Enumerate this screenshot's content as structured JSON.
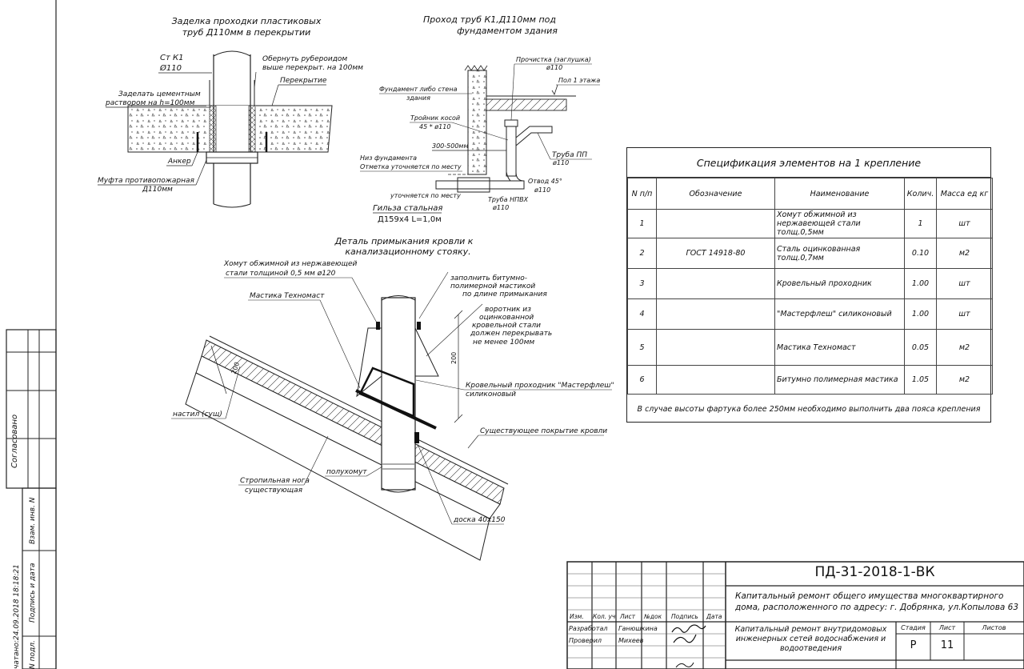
{
  "detail1": {
    "title_l1": "Заделка проходки пластиковых",
    "title_l2": "труб Д110мм в перекрытии",
    "lbl_pipe": "Ст К1",
    "lbl_dia": "Ø110",
    "lbl_wrap_l1": "Обернуть рубероидом",
    "lbl_wrap_l2": "выше перекрыт. на 100мм",
    "lbl_slab": "Перекрытие",
    "lbl_seal_l1": "Заделать цементным",
    "lbl_seal_l2": "раствором на h=100мм",
    "lbl_anchor": "Анкер",
    "lbl_coupling_l1": "Муфта противопожарная",
    "lbl_coupling_l2": "Д110мм"
  },
  "detail2": {
    "title_l1": "Проход труб К1,Д110мм под",
    "title_l2": "фундаментом здания",
    "lbl_clean": "Прочистка (заглушка)",
    "lbl_clean_dia": "ø110",
    "lbl_floor": "Пол 1 этажа",
    "lbl_found_l1": "Фундамент либо стена",
    "lbl_found_l2": "здания",
    "lbl_tee_l1": "Тройник косой",
    "lbl_tee_l2": "45 * ø110",
    "lbl_dist": "300-500мм",
    "lbl_pipe_pp_l1": "Труба ПП",
    "lbl_pipe_pp_l2": "ø110",
    "lbl_bottom_l1": "Низ фундамента",
    "lbl_bottom_l2": "Отметка уточняется по месту",
    "lbl_elbow_l1": "Отвод 45°",
    "lbl_elbow_l2": "ø110",
    "lbl_spec_place": "уточняется по месту",
    "lbl_pvc_l1": "Труба НПВХ",
    "lbl_pvc_l2": "ø110",
    "lbl_sleeve_l1": "Гильза стальная",
    "lbl_sleeve_l2": "Д159х4  L=1,0м"
  },
  "detail3": {
    "title_l1": "Деталь примыкания кровли к",
    "title_l2": "канализационному стояку.",
    "lbl_clamp_l1": "Хомут обжимной из нержавеющей",
    "lbl_clamp_l2": "стали толщиной 0,5 мм ø120",
    "lbl_mastic": "Мастика Техномаст",
    "lbl_fill_l1": "заполнить битумно-",
    "lbl_fill_l2": "полимерной мастикой",
    "lbl_fill_l3": "по длине примыкания",
    "lbl_collar_l1": "воротник из",
    "lbl_collar_l2": "оцинкованной",
    "lbl_collar_l3": "кровельной стали",
    "lbl_collar_l4": "должен перекрывать",
    "lbl_collar_l5": "не менее 100мм",
    "lbl_dim200a": "200",
    "lbl_dim200b": "200",
    "lbl_master_l1": "Кровельный проходник \"Мастерфлеш\"",
    "lbl_master_l2": "силиконовый",
    "lbl_deck": "настил (сущ)",
    "lbl_existing": "Существующее покрытие кровли",
    "lbl_half": "полухомут",
    "lbl_rafter_l1": "Стропильная нога",
    "lbl_rafter_l2": "существующая",
    "lbl_board": "доска 40х150"
  },
  "spec": {
    "title": "Спецификация элементов на 1 крепление",
    "headers": [
      "N п/п",
      "Обозначение",
      "Наименование",
      "Колич.",
      "Масса ед кг"
    ],
    "rows": [
      [
        "1",
        "",
        "Хомут обжимной из нержавеющей стали толщ.0,5мм",
        "1",
        "шт"
      ],
      [
        "2",
        "ГОСТ 14918-80",
        "Сталь оцинкованная толщ.0,7мм",
        "0.10",
        "м2"
      ],
      [
        "3",
        "",
        "Кровельный проходник",
        "1.00",
        "шт"
      ],
      [
        "4",
        "",
        "\"Мастерфлеш\" силиконовый",
        "1.00",
        "шт"
      ],
      [
        "5",
        "",
        "Мастика Техномаст",
        "0.05",
        "м2"
      ],
      [
        "6",
        "",
        "Битумно полимерная мастика",
        "1.05",
        "м2"
      ]
    ],
    "note": "В случае высоты фартука более 250мм необходимо выполнить два пояса крепления"
  },
  "titleblock": {
    "code": "ПД-31-2018-1-ВК",
    "object_l1": "Капитальный ремонт общего имущества многоквартирного",
    "object_l2": "дома, расположенного по адресу: г. Добрянка, ул.Копылова 63",
    "work_l1": "Капитальный ремонт внутридомовых",
    "work_l2": "инженерных сетей водоснабжения и",
    "work_l3": "водоотведения",
    "hdr_izm": "Изм.",
    "hdr_kol": "Кол. уч",
    "hdr_list": "Лист",
    "hdr_ndoc": "№док",
    "hdr_sign": "Подпись",
    "hdr_date": "Дата",
    "row1_role": "Разработал",
    "row1_name": "Ганюшкина",
    "row2_role": "Проверил",
    "row2_name": "Михеев",
    "stage_label": "Стадия",
    "sheet_label": "Лист",
    "sheets_label": "Листов",
    "stage_value": "Р",
    "sheet_value": "11"
  },
  "sidebar": {
    "agreed": "Согласовано",
    "vzam": "Взам. инв. N",
    "sign_date": "Подпись и дата",
    "inv": "N подл.",
    "printed": "чатано:24.09.2018 18:18:21"
  }
}
